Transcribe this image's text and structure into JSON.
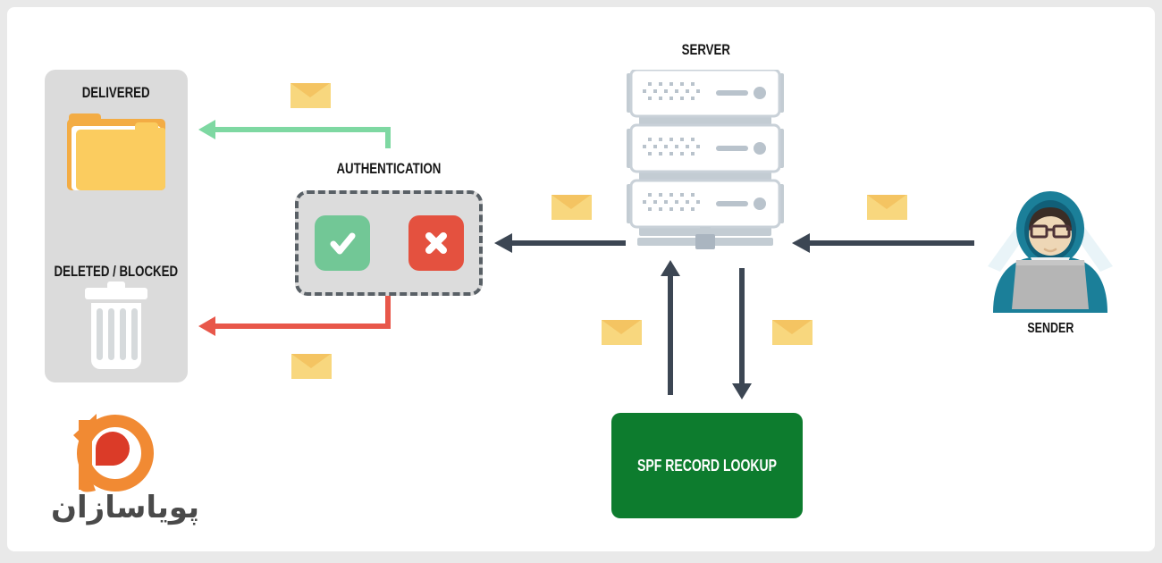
{
  "diagram": {
    "delivered": {
      "label": "DELIVERED"
    },
    "deleted": {
      "label": "DELETED / BLOCKED"
    },
    "authentication": {
      "label": "AUTHENTICATION"
    },
    "server": {
      "label": "SERVER"
    },
    "sender": {
      "label": "SENDER"
    },
    "spf": {
      "label": "SPF RECORD LOOKUP"
    }
  },
  "logo": {
    "brand": "پویاسازان"
  },
  "icons": {
    "folder": "folder-icon",
    "trash": "trash-icon",
    "check": "check-icon",
    "cross": "x-icon",
    "server": "server-stack-icon",
    "envelope": "envelope-icon",
    "sender": "hooded-sender-icon",
    "logo": "pouyasazan-logo"
  },
  "colors": {
    "success_green": "#72c796",
    "error_red": "#e4513f",
    "arrow_green": "#7ed8a2",
    "arrow_red": "#e8574a",
    "arrow_dark": "#3c4653",
    "spf_green": "#0d7c2e",
    "envelope_body": "#f8d77e",
    "envelope_flap": "#f4c462",
    "folder_yellow": "#fbcc5f",
    "folder_orange": "#f3ac44",
    "panel_gray": "#dbdbdb",
    "server_gray": "#c3ccd3",
    "hoodie_teal": "#1b7f99",
    "logo_orange": "#f18a33",
    "logo_red": "#db3b28"
  }
}
